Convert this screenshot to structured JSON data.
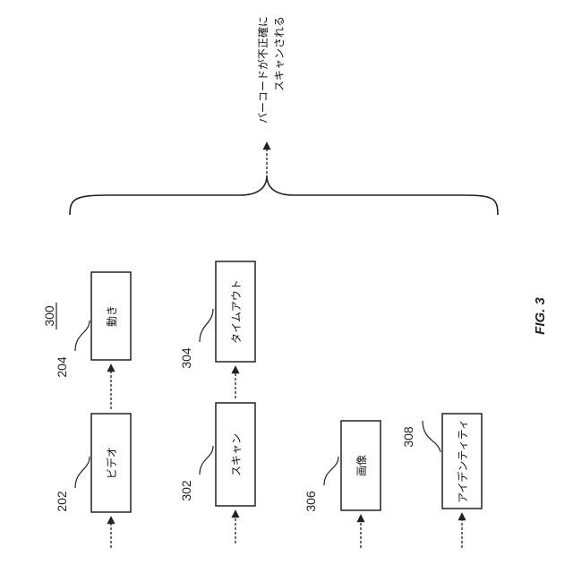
{
  "figure": {
    "number": "300",
    "caption": "FIG. 3",
    "outcome_text_line1": "バーコードが不正確に",
    "outcome_text_line2": "スキャンされる"
  },
  "boxes": {
    "video": {
      "ref": "202",
      "label": "ビデオ"
    },
    "motion": {
      "ref": "204",
      "label": "動き"
    },
    "scan": {
      "ref": "302",
      "label": "スキャン"
    },
    "timeout": {
      "ref": "304",
      "label": "タイムアウト"
    },
    "image": {
      "ref": "306",
      "label": "画像"
    },
    "identity": {
      "ref": "308",
      "label": "アイデンティティ"
    }
  }
}
